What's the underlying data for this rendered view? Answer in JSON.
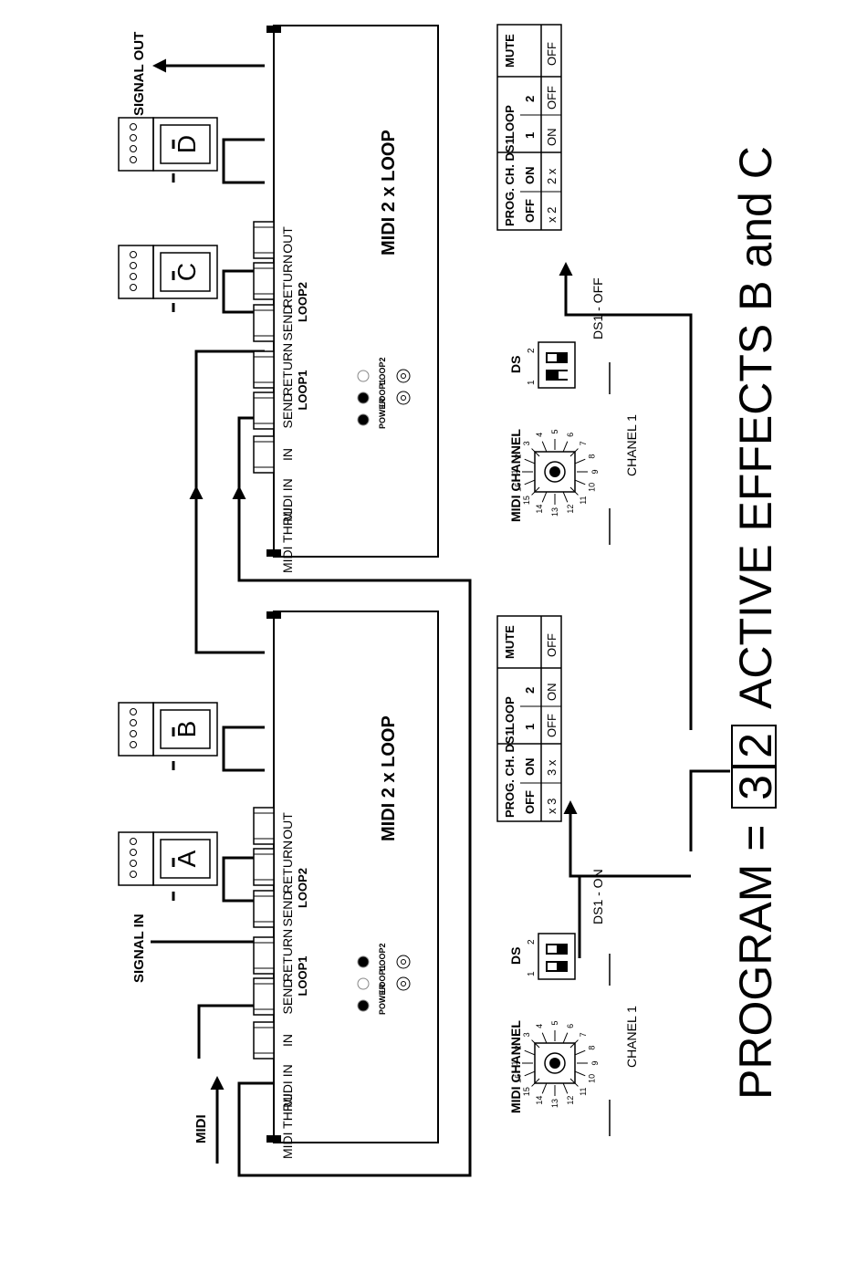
{
  "units": [
    {
      "title": "MIDI 2 x LOOP",
      "jacks": [
        "MIDI THRU",
        "MIDI IN",
        "IN",
        "SEND",
        "RETURN",
        "SEND",
        "RETURN",
        "OUT"
      ],
      "loop_labels": [
        "LOOP1",
        "LOOP2"
      ],
      "leds": [
        "POWER",
        "LOOP1",
        "LOOP2"
      ],
      "led_state": [
        true,
        false,
        true
      ],
      "pedals": [
        "A",
        "B"
      ]
    },
    {
      "title": "MIDI 2 x LOOP",
      "jacks": [
        "MIDI THRU",
        "MIDI IN",
        "IN",
        "SEND",
        "RETURN",
        "SEND",
        "RETURN",
        "OUT"
      ],
      "loop_labels": [
        "LOOP1",
        "LOOP2"
      ],
      "leds": [
        "POWER",
        "LOOP1",
        "LOOP2"
      ],
      "led_state": [
        true,
        true,
        false
      ],
      "pedals": [
        "C",
        "D"
      ]
    }
  ],
  "signals": {
    "midi": "MIDI",
    "signal_in": "SIGNAL IN",
    "signal_out": "SIGNAL OUT"
  },
  "settings": [
    {
      "midi_channel_label": "MIDI CHANNEL",
      "dial_numbers": [
        "1",
        "2",
        "3",
        "4",
        "5",
        "6",
        "7",
        "8",
        "9",
        "10",
        "11",
        "12",
        "13",
        "14",
        "15",
        "16"
      ],
      "ds_label": "DS",
      "ds_numbers": [
        "1",
        "2"
      ],
      "chanel_label": "CHANEL 1",
      "ds_state_label": "DS1 - ON",
      "table": {
        "headers": [
          "PROG. CH. DS1",
          "LOOP",
          "MUTE"
        ],
        "subheaders": [
          "OFF",
          "ON",
          "1",
          "2"
        ],
        "values": [
          "x 3",
          "3 x",
          "OFF",
          "ON",
          "OFF"
        ]
      }
    },
    {
      "midi_channel_label": "MIDI CHANNEL",
      "dial_numbers": [
        "1",
        "2",
        "3",
        "4",
        "5",
        "6",
        "7",
        "8",
        "9",
        "10",
        "11",
        "12",
        "13",
        "14",
        "15",
        "16"
      ],
      "ds_label": "DS",
      "ds_numbers": [
        "1",
        "2"
      ],
      "chanel_label": "CHANEL 1",
      "ds_state_label": "DS1 - OFF",
      "table": {
        "headers": [
          "PROG. CH. DS1",
          "LOOP",
          "MUTE"
        ],
        "subheaders": [
          "OFF",
          "ON",
          "1",
          "2"
        ],
        "values": [
          "x 2",
          "2 x",
          "ON",
          "OFF",
          "OFF"
        ]
      }
    }
  ],
  "program": {
    "label": "PROGRAM =",
    "digits": [
      "3",
      "2"
    ],
    "description": "ACTIVE EFFECTS B and C"
  }
}
